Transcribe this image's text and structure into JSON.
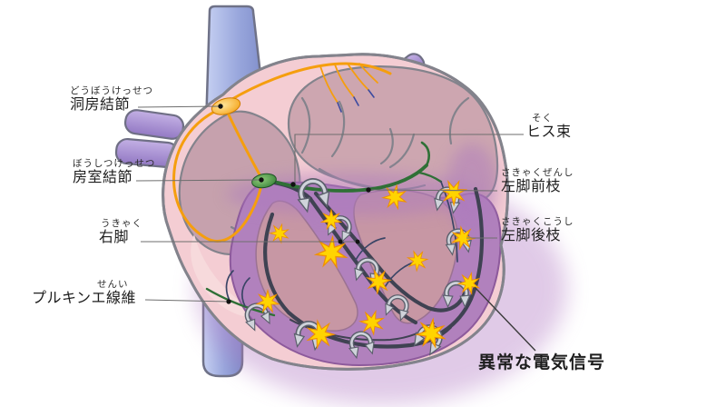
{
  "labels": {
    "sa_node": {
      "furigana": "どうぼうけっせつ",
      "text": "洞房結節"
    },
    "av_node": {
      "furigana": "ぼうしつけっせつ",
      "text": "房室結節"
    },
    "right_bundle": {
      "furigana": "うきゃく",
      "text": "右脚"
    },
    "purkinje": {
      "furigana": "せんい",
      "text": "プルキンエ線維"
    },
    "his_bundle": {
      "furigana": "そく",
      "text": "ヒス束"
    },
    "left_anterior": {
      "furigana": "さきゃくぜんし",
      "text": "左脚前枝"
    },
    "left_posterior": {
      "furigana": "さきゃくこうし",
      "text": "左脚後枝"
    },
    "abnormal_signal": {
      "text": "異常な電気信号"
    }
  },
  "icons": {
    "star": {
      "name": "abnormal-signal-star-icon",
      "count": 13,
      "color": "#FFD400"
    },
    "curl": {
      "name": "reentry-circular-arrow-icon",
      "count": 11,
      "color": "#CDD1D9"
    }
  },
  "colors": {
    "heart_wall_pink": "#F4CDD3",
    "atrium_rose": "#C6A1AD",
    "ventricle_chamber_rose": "#C797A4",
    "myocardium_purple": "#B181BD",
    "vein_blue": "#93A1D6",
    "vessel_purple": "#A98FD0",
    "sa_node_orange": "#F5A11C",
    "av_node_green": "#3F8F3D",
    "conduction_dark": "#3F4252",
    "fascicle_green": "#2F7036",
    "leader_line_gray": "#6E6E6E"
  }
}
